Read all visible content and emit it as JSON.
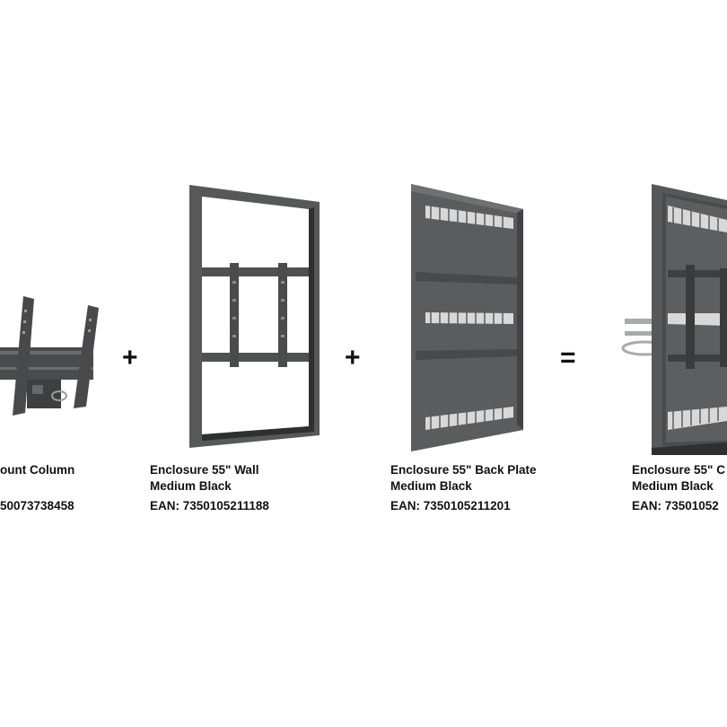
{
  "colors": {
    "metal": "#56585a",
    "metal_dark": "#3a3b3d",
    "metal_light": "#8a8c8e",
    "text": "#111111"
  },
  "products": [
    {
      "name_line1": "ount Column",
      "name_line2": "",
      "ean": "50073738458"
    },
    {
      "name_line1": "Enclosure 55\" Wall",
      "name_line2": "Medium Black",
      "ean": "EAN: 7350105211188"
    },
    {
      "name_line1": "Enclosure 55\" Back Plate",
      "name_line2": "Medium Black",
      "ean": "EAN: 7350105211201"
    },
    {
      "name_line1": "Enclosure 55\" C",
      "name_line2": "Medium Black",
      "ean": "EAN: 73501052"
    }
  ],
  "operators": {
    "plus1": "+",
    "plus2": "+",
    "equals": "="
  }
}
